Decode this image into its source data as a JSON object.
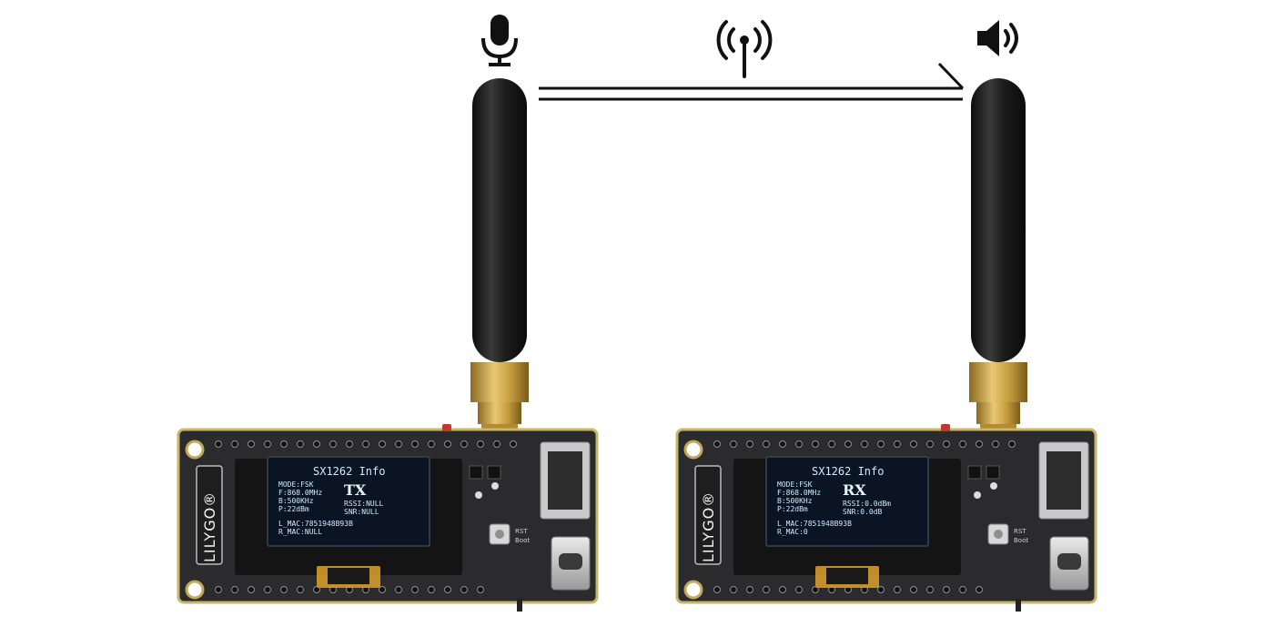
{
  "icons": {
    "transmit": "microphone-icon",
    "signal": "radio-signal-icon",
    "receive": "speaker-icon"
  },
  "colors": {
    "pcb": "#2b2b2d",
    "antenna": "#1a1a1a",
    "connector_gold": "#c9a24a",
    "oled_bg": "#0a1422",
    "oled_text": "#cfeaff",
    "link_line": "#111111"
  },
  "boards": {
    "tx": {
      "brand": "LILYGO®",
      "screen_title": "SX1262 Info",
      "role": "TX",
      "line_mode": "MODE:FSK",
      "line_freq": "F:868.0MHz",
      "line_bw": "B:500KHz",
      "line_power": "P:22dBm",
      "line_rssi": "RSSI:NULL",
      "line_snr": "SNR:NULL",
      "line_lmac": "L_MAC:7851948B93B",
      "line_rmac": "R_MAC:NULL",
      "button_label": "RST",
      "boot_label": "Boot"
    },
    "rx": {
      "brand": "LILYGO®",
      "screen_title": "SX1262 Info",
      "role": "RX",
      "line_mode": "MODE:FSK",
      "line_freq": "F:868.0MHz",
      "line_bw": "B:500KHz",
      "line_power": "P:22dBm",
      "line_rssi": "RSSI:0.0dBm",
      "line_snr": "SNR:0.0dB",
      "line_lmac": "L_MAC:7851948B93B",
      "line_rmac": "R_MAC:0",
      "button_label": "RST",
      "boot_label": "Boot"
    }
  }
}
